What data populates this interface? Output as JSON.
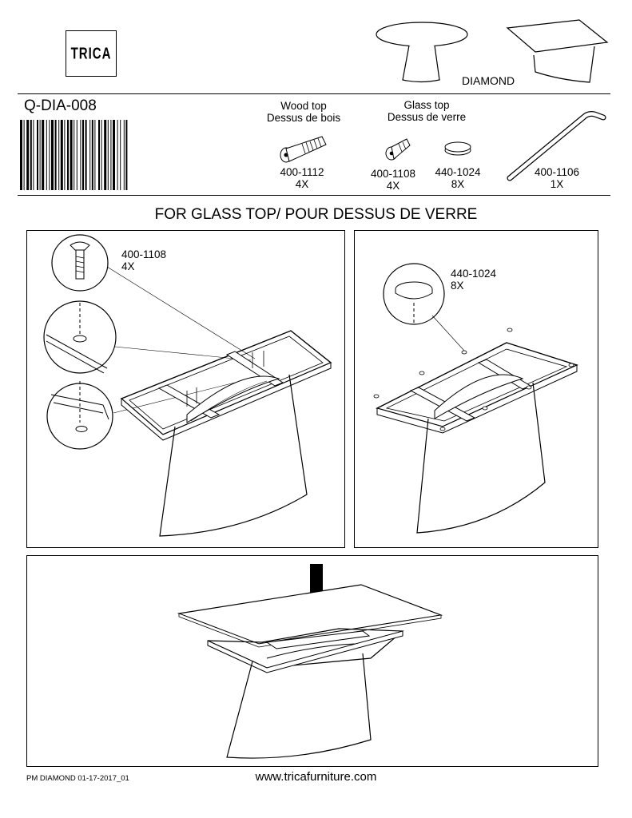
{
  "brand": {
    "logo_text": "TRICA"
  },
  "header": {
    "product_name": "DIAMOND",
    "doc_code": "Q-DIA-008"
  },
  "hardware": {
    "wood_top_label": "Wood top",
    "wood_top_label_fr": "Dessus de bois",
    "glass_top_label": "Glass top",
    "glass_top_label_fr": "Dessus de verre",
    "parts": [
      {
        "code": "400-1112",
        "qty": "4X"
      },
      {
        "code": "400-1108",
        "qty": "4X"
      },
      {
        "code": "440-1024",
        "qty": "8X"
      },
      {
        "code": "400-1106",
        "qty": "1X"
      }
    ]
  },
  "section_title": "FOR GLASS TOP/ POUR DESSUS DE VERRE",
  "step1": {
    "part_code": "400-1108",
    "qty": "4X"
  },
  "step2": {
    "part_code": "440-1024",
    "qty": "8X"
  },
  "footer": {
    "doc_version": "PM DIAMOND 01-17-2017_01",
    "website": "www.tricafurniture.com"
  }
}
